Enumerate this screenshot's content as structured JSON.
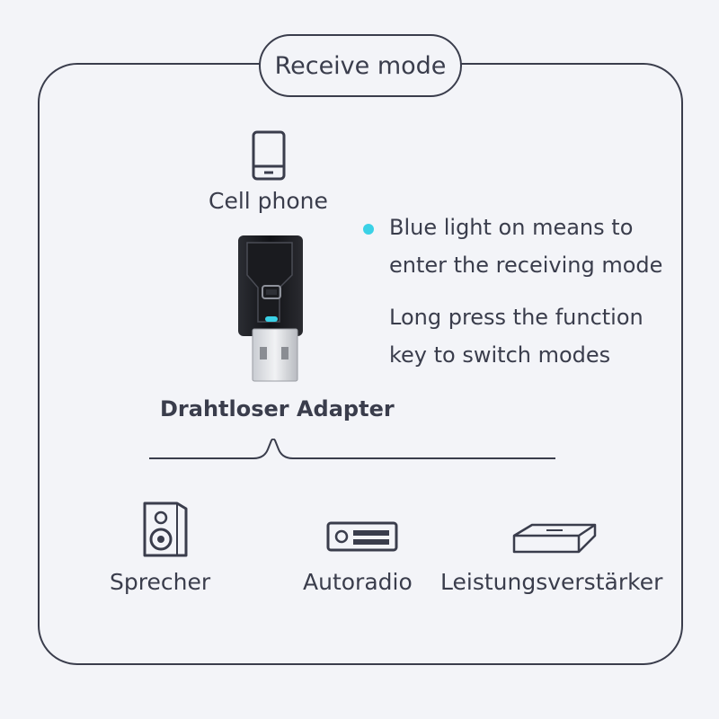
{
  "title": "Receive mode",
  "source_device": {
    "label": "Cell phone",
    "icon": "cell-phone-icon"
  },
  "adapter": {
    "label": "Drahtloser Adapter",
    "indicator_color": "#3ad1e6"
  },
  "info": {
    "line1": "Blue light on means to",
    "line2": "enter the receiving mode",
    "line3": "Long press the function",
    "line4": "key to switch modes",
    "bullet_color": "#3ad1e6"
  },
  "targets": [
    {
      "label": "Sprecher",
      "icon": "speaker-icon"
    },
    {
      "label": "Autoradio",
      "icon": "car-radio-icon"
    },
    {
      "label": "Leistungsverstärker",
      "icon": "amplifier-icon"
    }
  ]
}
